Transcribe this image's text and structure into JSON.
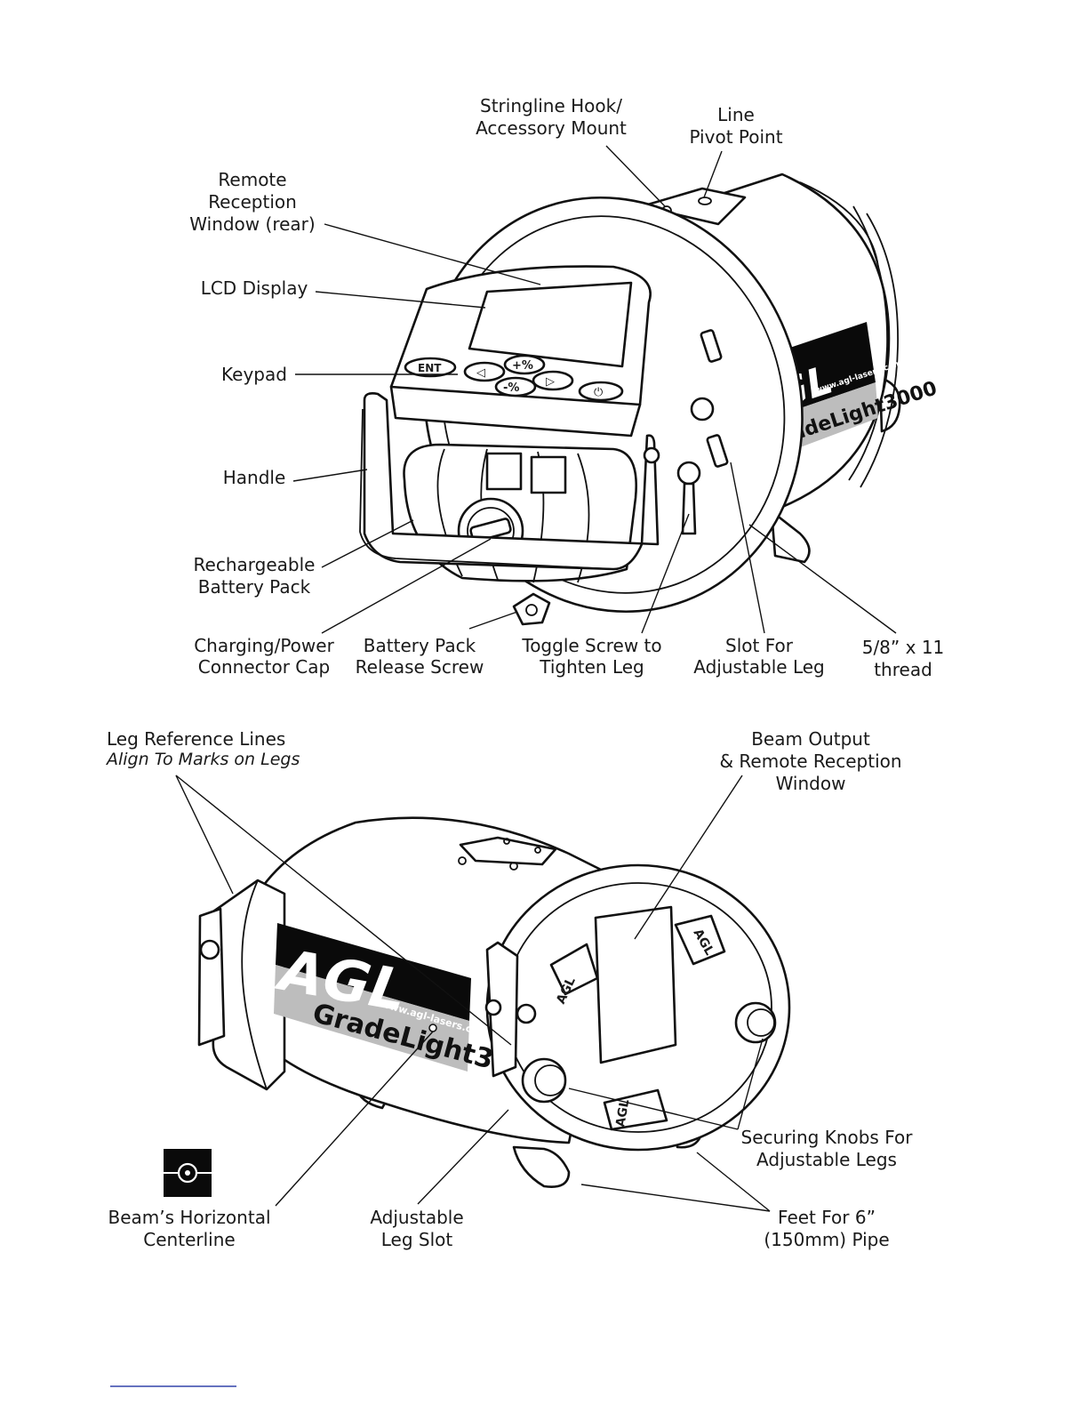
{
  "diagram_top": {
    "labels": {
      "stringline_1": "Stringline Hook/",
      "stringline_2": "Accessory Mount",
      "line_pivot_1": "Line",
      "line_pivot_2": "Pivot Point",
      "remote_1": "Remote",
      "remote_2": "Reception",
      "remote_3": "Window (rear)",
      "lcd": "LCD Display",
      "keypad": "Keypad",
      "handle": "Handle",
      "battery_1": "Rechargeable",
      "battery_2": "Battery Pack",
      "charging_1": "Charging/Power",
      "charging_2": "Connector Cap",
      "release_1": "Battery Pack",
      "release_2": "Release Screw",
      "toggle_1": "Toggle Screw to",
      "toggle_2": "Tighten Leg",
      "slot_1": "Slot For",
      "slot_2": "Adjustable Leg",
      "thread_1": "5/8” x 11",
      "thread_2": "thread"
    },
    "device": {
      "brand": "AGL",
      "model": "GradeLight3000",
      "url": "www.agl-lasers.com",
      "keys": [
        "ENT",
        "+%",
        "-%",
        "◁",
        "▷",
        "⏻"
      ]
    }
  },
  "diagram_bottom": {
    "labels": {
      "legref_1": "Leg Reference Lines",
      "legref_2": "Align To Marks on Legs",
      "beam_out_1": "Beam Output",
      "beam_out_2": "& Remote Reception",
      "beam_out_3": "Window",
      "knobs_1": "Securing Knobs For",
      "knobs_2": "Adjustable Legs",
      "centerline_1": "Beam’s Horizontal",
      "centerline_2": "Centerline",
      "legslot_1": "Adjustable",
      "legslot_2": "Leg Slot",
      "feet_1": "Feet For 6”",
      "feet_2": "(150mm) Pipe"
    },
    "device": {
      "brand": "AGL",
      "model": "GradeLight3000",
      "url": "www.agl-lasers.com",
      "ring_brand": "AGL"
    }
  }
}
